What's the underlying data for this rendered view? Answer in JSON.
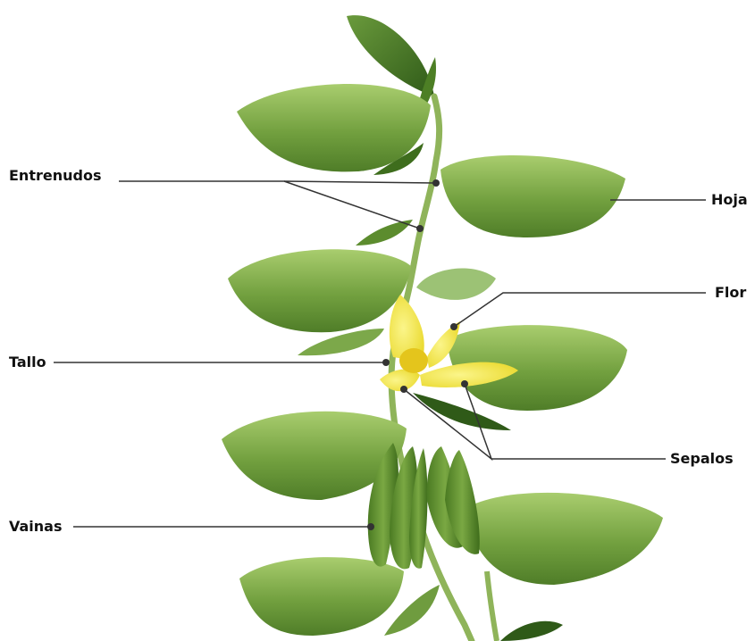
{
  "labels": {
    "entrenudos": "Entrenudos",
    "hoja": "Hoja",
    "flor": "Flor",
    "tallo": "Tallo",
    "sepalos": "Sepalos",
    "vainas": "Vainas"
  },
  "colors": {
    "leaf": "#6f9c3f",
    "leaf_light": "#9cc262",
    "stem": "#8fb45a",
    "flower": "#f2ea3a",
    "flower_center": "#e4c51c",
    "pod": "#5e8e2f",
    "line": "#333333"
  }
}
